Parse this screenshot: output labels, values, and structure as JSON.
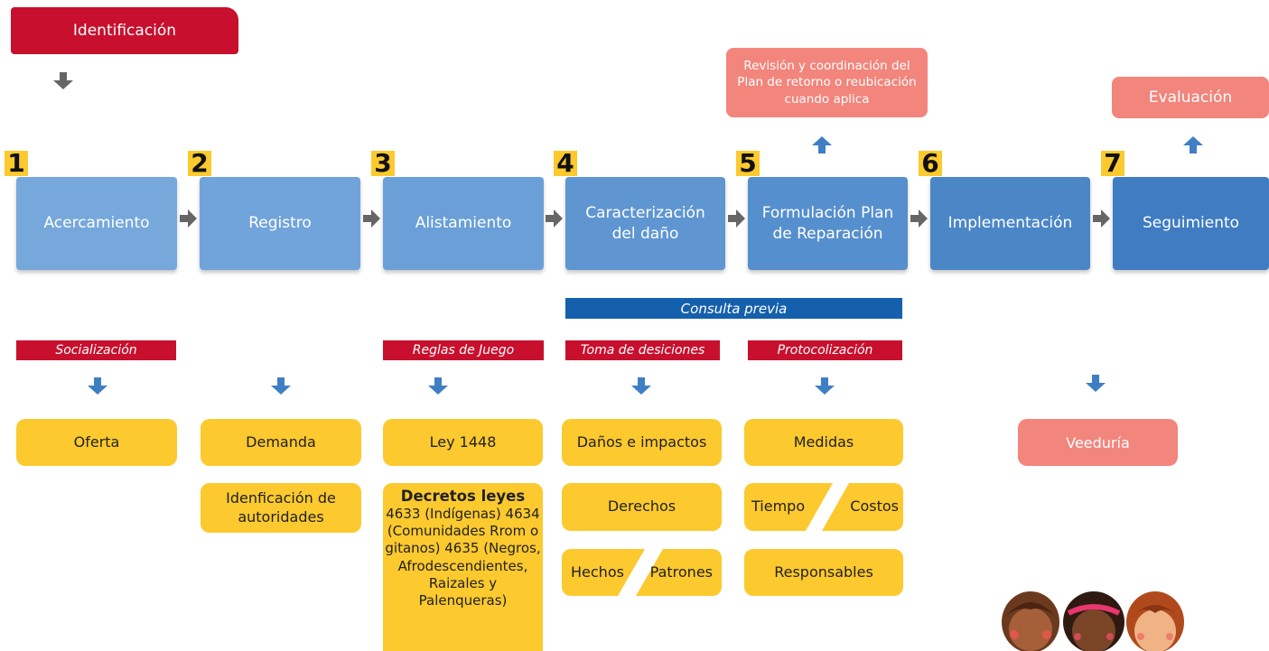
{
  "top": {
    "identificacion": "Identificación",
    "revision": "Revisión y coordinación del Plan de retorno o reubicación cuando aplica",
    "evaluacion": "Evaluación"
  },
  "steps": [
    {
      "num": "1",
      "label": "Acercamiento"
    },
    {
      "num": "2",
      "label": "Registro"
    },
    {
      "num": "3",
      "label": "Alistamiento"
    },
    {
      "num": "4",
      "label": "Caracterización del daño"
    },
    {
      "num": "5",
      "label": "Formulación Plan de Reparación"
    },
    {
      "num": "6",
      "label": "Implementación"
    },
    {
      "num": "7",
      "label": "Seguimiento"
    }
  ],
  "consulta_previa": "Consulta previa",
  "phases": {
    "socializacion": "Socialización",
    "reglas": "Reglas de Juego",
    "toma": "Toma de desiciones",
    "protocolizacion": "Protocolización"
  },
  "outputs": {
    "oferta": "Oferta",
    "demanda": "Demanda",
    "identificacion_autoridades": "Idenficación de autoridades",
    "ley": "Ley 1448",
    "decretos_title": "Decretos leyes",
    "decretos_body": "4633 (Indígenas) 4634 (Comunidades Rrom o gitanos) 4635 (Negros, Afrodescendientes, Raizales y Palenqueras)",
    "danos": "Daños e impactos",
    "derechos": "Derechos",
    "hechos": "Hechos",
    "patrones": "Patrones",
    "medidas": "Medidas",
    "tiempo": "Tiempo",
    "costos": "Costos",
    "responsables": "Responsables",
    "veeduria": "Veeduría"
  },
  "colors": {
    "red": "#c8102e",
    "salmon": "#f2857c",
    "yellow": "#fcc92e",
    "blue_dark": "#1560ac",
    "arrow_gray": "#666666",
    "arrow_blue": "#3e7fc4"
  }
}
